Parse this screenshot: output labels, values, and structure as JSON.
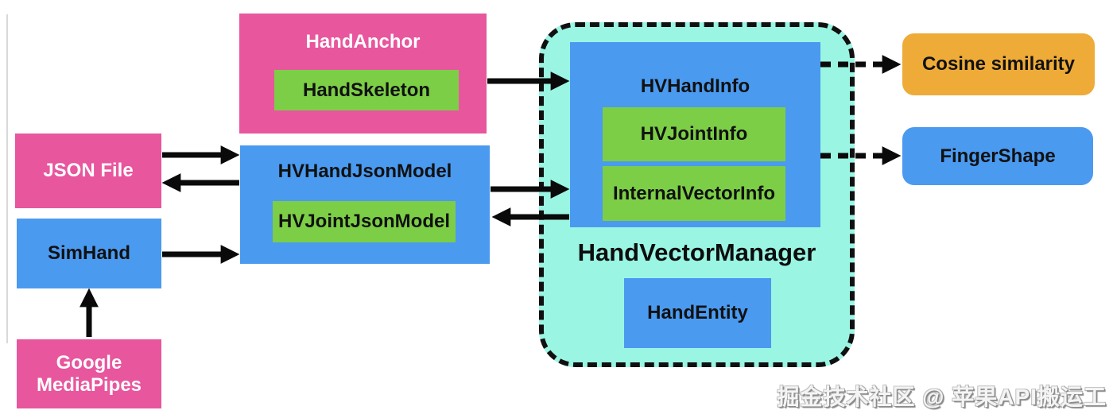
{
  "diagram": {
    "nodes": {
      "hand_anchor": {
        "label": "HandAnchor"
      },
      "hand_skeleton": {
        "label": "HandSkeleton"
      },
      "json_file": {
        "label": "JSON File"
      },
      "hv_hand_json_model": {
        "label": "HVHandJsonModel"
      },
      "hv_joint_json_model": {
        "label": "HVJointJsonModel"
      },
      "sim_hand": {
        "label": "SimHand"
      },
      "google_mediapipes": {
        "label": "Google MediaPipes"
      },
      "hand_vector_manager": {
        "label": "HandVectorManager"
      },
      "hv_hand_info": {
        "label": "HVHandInfo"
      },
      "hv_joint_info": {
        "label": "HVJointInfo"
      },
      "internal_vector_info": {
        "label": "InternalVectorInfo"
      },
      "hand_entity": {
        "label": "HandEntity"
      },
      "cosine_similarity": {
        "label": "Cosine similarity"
      },
      "finger_shape": {
        "label": "FingerShape"
      }
    },
    "edges": [
      {
        "from": "HandAnchor",
        "to": "HVHandInfo",
        "style": "solid"
      },
      {
        "from": "JSON File",
        "to": "HVHandJsonModel",
        "style": "solid"
      },
      {
        "from": "HVHandJsonModel",
        "to": "JSON File",
        "style": "solid"
      },
      {
        "from": "SimHand",
        "to": "HVHandJsonModel",
        "style": "solid"
      },
      {
        "from": "HVHandJsonModel",
        "to": "InternalVectorInfo",
        "style": "solid"
      },
      {
        "from": "HVHandInfo",
        "to": "HVJointJsonModel",
        "style": "solid"
      },
      {
        "from": "Google MediaPipes",
        "to": "SimHand",
        "style": "solid"
      },
      {
        "from": "HVHandInfo",
        "to": "Cosine similarity",
        "style": "dashed"
      },
      {
        "from": "HVHandInfo",
        "to": "FingerShape",
        "style": "dashed"
      }
    ],
    "watermark": "掘金技术社区 @ 苹果API搬运工"
  },
  "colors": {
    "pink": "#e8569e",
    "blue": "#4a9af0",
    "green": "#7cce46",
    "teal": "#9af5e3",
    "orange": "#eeab38",
    "arrow": "#0a0a0a"
  }
}
